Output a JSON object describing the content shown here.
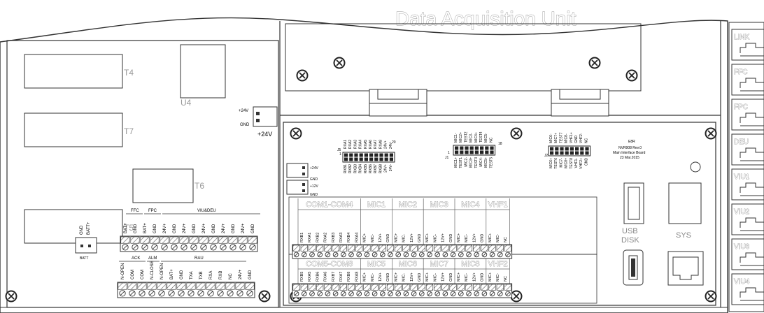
{
  "title": "Data Acquisition Unit",
  "transformers": [
    "T4",
    "T7",
    "T5",
    "T6"
  ],
  "u4": "U4",
  "power_top": {
    "plus": "+24V",
    "gnd": "GND",
    "value": "+24V"
  },
  "batt": {
    "gnd": "GND",
    "plus": "BATT+",
    "label": "BATT"
  },
  "left_upper_groups": [
    "FFC",
    "FPC",
    "VIU&DEU"
  ],
  "left_upper_pins": [
    "BAT+",
    "GND",
    "BAT+",
    "GND",
    "24V+",
    "GND",
    "24V+",
    "GND",
    "24V+",
    "GND",
    "24V+",
    "GND",
    "24V+",
    "GND"
  ],
  "left_lower_groups": [
    "ACK",
    "ALM",
    "RAU"
  ],
  "left_lower_pins": [
    "N-OPEN",
    "COM",
    "COM",
    "N-CLOSE",
    "N-OPEN",
    "BAT+",
    "GND",
    "TXA",
    "TXB",
    "RXA",
    "RXB",
    "NC",
    "24V+",
    "GND"
  ],
  "pwr_inputs": [
    {
      "plus": "+24V",
      "gnd": "GND"
    },
    {
      "plus": "+12V",
      "gnd": "GND"
    }
  ],
  "j5": {
    "name": "J5",
    "pin_start": "1",
    "pin_end": "20",
    "top": [
      "RXA1",
      "RXA2",
      "RXA3",
      "RXA4",
      "RXA5",
      "RXA6",
      "RXA7",
      "RXA8",
      "24V+",
      "24V-"
    ],
    "bottom": [
      "RXB1",
      "RXB2",
      "RXB3",
      "RXB4",
      "RXB5",
      "RXB6",
      "RXB7",
      "RXB8",
      "24V+",
      "24V-"
    ]
  },
  "j1": {
    "name": "J1",
    "pin_start": "1",
    "pin_end": "18",
    "top": [
      "MIC1-",
      "MIC2+",
      "TEST2",
      "MIC3-",
      "MIC4+",
      "TEST4",
      "MIC5-",
      "NC"
    ],
    "bottom": [
      "MIC1+",
      "TEST1",
      "MIC2-",
      "MIC3+",
      "TEST3",
      "MIC4-",
      "MIC5+",
      "TEST5"
    ]
  },
  "j2": {
    "name": "J2",
    "top": [
      "MIC6-",
      "MIC7+",
      "TEST7",
      "MIC8-",
      "VHF1+",
      "GND",
      "VHF2-",
      "NC"
    ],
    "bottom": [
      "MIC6+",
      "TEST6",
      "MIC7-",
      "MIC8+",
      "TEST8",
      "VHF1-",
      "VHF2+",
      "GND"
    ]
  },
  "board_info": {
    "ref": "E8R",
    "line1": "NVR908 Rev.0",
    "line2": "Main Interface Board",
    "line3": "23 Mar.2015"
  },
  "upper_groups": [
    "COM1-COM4",
    "MIC1",
    "MIC2",
    "MIC3",
    "MIC4",
    "VHF1"
  ],
  "lower_groups": [
    "COM5-COM8",
    "MIC5",
    "MIC6",
    "MIC7",
    "MIC8",
    "VHF2"
  ],
  "upper_com_pins": [
    "RXB1",
    "RXA1",
    "RXB2",
    "RXA2",
    "RXB3",
    "RXA3",
    "RXB4",
    "RXA4"
  ],
  "lower_com_pins": [
    "RXB5",
    "RXA5",
    "RXB6",
    "RXA6",
    "RXB7",
    "RXA7",
    "RXB8",
    "RXA8"
  ],
  "mic_pins": [
    "MIC+",
    "MIC-",
    "12V+",
    "GND"
  ],
  "vhf_pins": [
    "MIC+",
    "MIC-",
    "NC"
  ],
  "usb": {
    "line1": "USB",
    "line2": "DISK"
  },
  "sys": "SYS",
  "right_ports": [
    "LINK",
    "FFC",
    "FPC",
    "DEU",
    "VIU1",
    "VIU2",
    "VIU3",
    "VIU4"
  ]
}
